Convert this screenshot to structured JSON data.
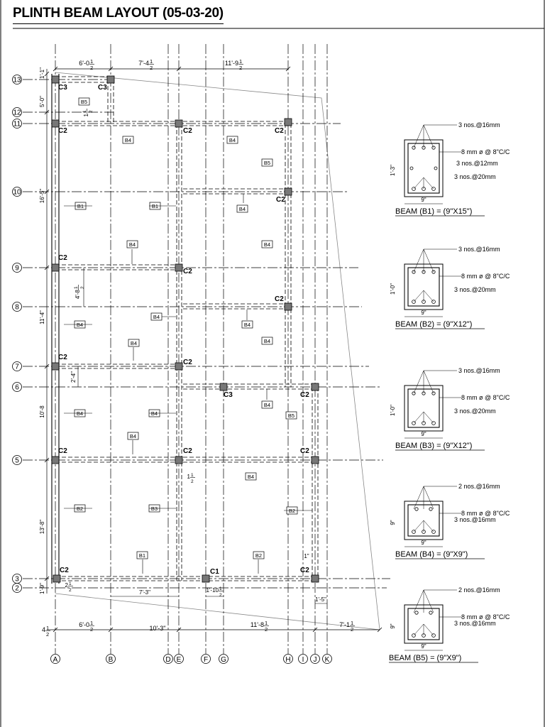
{
  "title": "PLINTH BEAM LAYOUT (05-03-20)",
  "grid_columns": [
    "A",
    "B",
    "D",
    "E",
    "F",
    "G",
    "H",
    "I",
    "J",
    "K"
  ],
  "grid_rows": [
    "13",
    "12",
    "11",
    "10",
    "9",
    "8",
    "7",
    "6",
    "5",
    "3",
    "2"
  ],
  "top_dims": [
    {
      "whole": "6'-0",
      "num": "1",
      "den": "2"
    },
    {
      "whole": "7'-4",
      "num": "1",
      "den": "2"
    },
    {
      "whole": "11'-9",
      "num": "1",
      "den": "2"
    }
  ],
  "bottom_dims": [
    {
      "whole": "6'-0",
      "num": "1",
      "den": "2"
    },
    {
      "whole": "10'-3\"",
      "num": "",
      "den": ""
    },
    {
      "whole": "11'-8",
      "num": "1",
      "den": "2"
    },
    {
      "whole": "7'-1",
      "num": "1",
      "den": "2"
    }
  ],
  "bottom_left_dim": {
    "whole": "4",
    "num": "1",
    "den": "2"
  },
  "left_dims": [
    "1'-1\"",
    "5'-0\"",
    "16'-5\"",
    "11'-4\"",
    "10'-8",
    "13'-8\"",
    "1'-9\""
  ],
  "inner_dims": {
    "d_1_1_2": {
      "whole": "1",
      "num": "1",
      "den": "2"
    },
    "d_4_8": {
      "whole": "4'-8",
      "num": "1",
      "den": "2"
    },
    "d_2_4": "2'-4\"",
    "d_1_1_2b": {
      "whole": "1",
      "num": "1",
      "den": "2"
    },
    "d_2_1_2": {
      "whole": "2",
      "num": "1",
      "den": "2"
    },
    "d_7_3": "7'-3\"",
    "d_1_10": {
      "whole": "1'-10",
      "num": "1",
      "den": "2"
    },
    "d_1_5": "1'-5\"",
    "d_1": "1\""
  },
  "column_tags": {
    "c1": "C1",
    "c2": "C2",
    "c3": "C3"
  },
  "beam_tags": {
    "b1": "B1",
    "b2": "B2",
    "b3": "B3",
    "b4": "B4",
    "b5": "B5"
  },
  "sections": [
    {
      "label": "BEAM (B1) = (9\"X15\")",
      "top": "3 nos.@16mm",
      "stirrup": "8 mm ø @ 8\"C/C",
      "mid": "3 nos.@12mm",
      "bottom": "3 nos.@20mm",
      "depth": "1'-3\"",
      "width": "9\""
    },
    {
      "label": "BEAM (B2) = (9\"X12\")",
      "top": "3 nos.@16mm",
      "stirrup": "8 mm ø @ 8\"C/C",
      "mid": "",
      "bottom": "3 nos.@20mm",
      "depth": "1'-0\"",
      "width": "9\""
    },
    {
      "label": "BEAM (B3) = (9\"X12\")",
      "top": "3 nos.@16mm",
      "stirrup": "8 mm ø @ 8\"C/C",
      "mid": "",
      "bottom": "3 nos.@20mm",
      "depth": "1'-0\"",
      "width": "9\""
    },
    {
      "label": "BEAM (B4) = (9\"X9\")",
      "top": "2 nos.@16mm",
      "stirrup": "8 mm ø @ 8\"C/C",
      "mid": "",
      "bottom": "3 nos.@16mm",
      "depth": "9\"",
      "width": "9\""
    },
    {
      "label": "BEAM (B5) = (9\"X9\")",
      "top": "2 nos.@16mm",
      "stirrup": "8 mm ø @ 8\"C/C",
      "mid": "",
      "bottom": "3 nos.@16mm",
      "depth": "9\"",
      "width": "9\""
    }
  ]
}
